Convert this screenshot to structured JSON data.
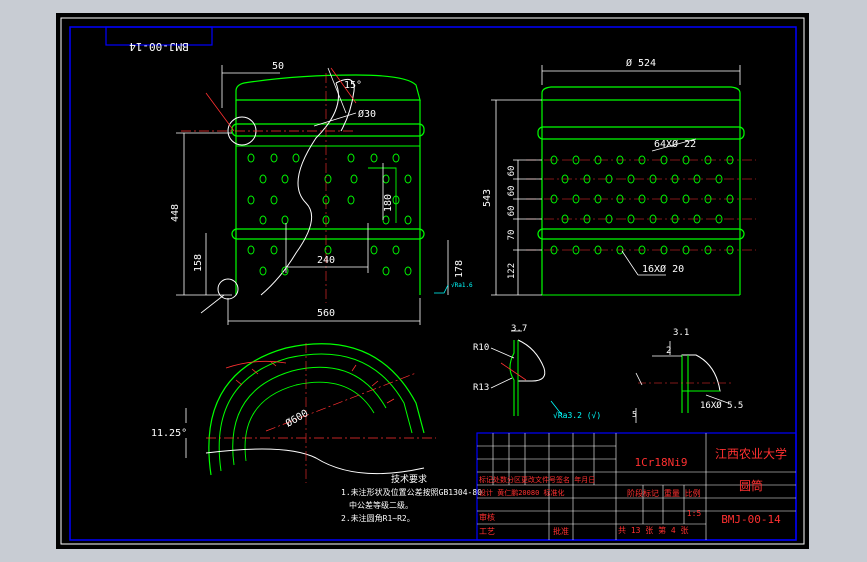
{
  "drawing": {
    "number_mirrored": "BMJ-00-14",
    "title_school": "江西农业大学",
    "title_part": "圆筒",
    "material": "1Cr18Ni9",
    "drawing_number": "BMJ-00-14",
    "scale": "1:5",
    "sheets": "共 13 张 第 4 张",
    "header_row": "标记处数分区更改文件号签名 年月日",
    "design_row": "设计 黄仁鹏20080 标准化",
    "stage_row": "阶段标记 重量 比例",
    "review_label": "审核",
    "craft_label": "工艺",
    "approve_label": "批准"
  },
  "dimensions": {
    "d50": "50",
    "angle15": "15°",
    "d30": "Ø30",
    "d448": "448",
    "d180": "180",
    "d240": "240",
    "d158": "158",
    "d178": "178",
    "d560": "560",
    "d524": "Ø 524",
    "d543": "543",
    "holes64": "64XØ 22",
    "holes16": "16XØ 20",
    "v60a": "60",
    "v60b": "60",
    "v60c": "60",
    "v70": "70",
    "v122": "122",
    "d600": "Ø600",
    "angle1125": "11.25°",
    "r10": "R10",
    "r13": "R13",
    "d37": "3.7",
    "d31": "3.1",
    "d2": "2",
    "d5": "5",
    "holes16b": "16XØ 5.5",
    "surface1": "√Ra1.6",
    "surface2": "√Ra3.2 (√)"
  },
  "notes": {
    "title": "技术要求",
    "line1": "1.未注形状及位置公差按照GB1304-80",
    "line2": "中公差等级二级。",
    "line3": "2.未注圆角R1~R2。"
  }
}
